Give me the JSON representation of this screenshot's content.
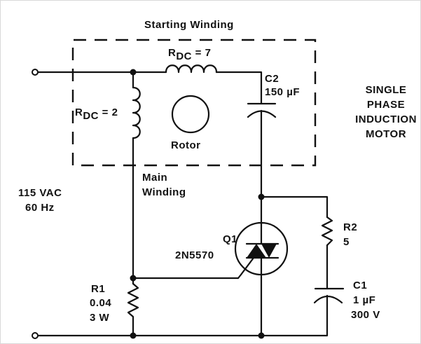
{
  "diagram": {
    "title": "Starting Winding",
    "motor_label": [
      "SINGLE",
      "PHASE",
      "INDUCTION",
      "MOTOR"
    ],
    "supply": {
      "voltage": "115 VAC",
      "frequency": "60 Hz"
    },
    "starting_winding": {
      "r_prefix": "R",
      "r_sub": "DC",
      "r_value": " = 7"
    },
    "main_winding": {
      "label_line1": "Main",
      "label_line2": "Winding",
      "r_prefix": "R",
      "r_sub": "DC",
      "r_value": " = 2"
    },
    "rotor": {
      "label": "Rotor"
    },
    "c2": {
      "name": "C2",
      "value": "150 µF"
    },
    "q1": {
      "name": "Q1",
      "part": "2N5570"
    },
    "r1": {
      "name": "R1",
      "value": "0.04",
      "rating": "3 W"
    },
    "r2": {
      "name": "R2",
      "value": "5"
    },
    "c1": {
      "name": "C1",
      "value": "1 µF",
      "rating": "300 V"
    }
  }
}
